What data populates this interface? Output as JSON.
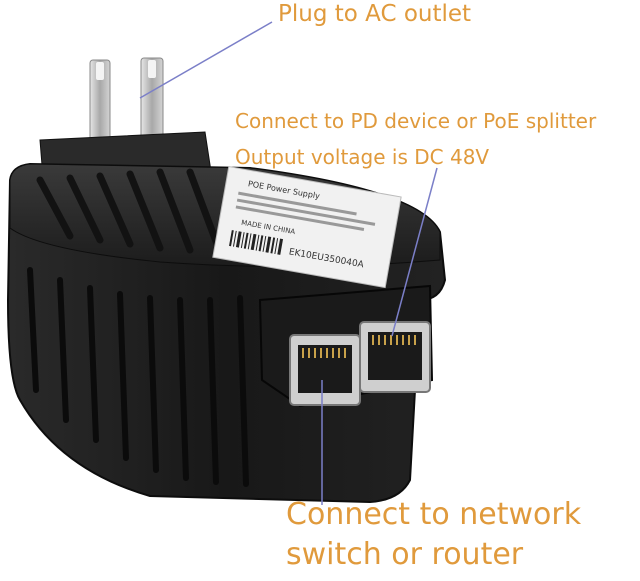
{
  "callouts": {
    "plug": "Plug to AC outlet",
    "pd_line1": "Connect to PD device or PoE splitter",
    "pd_line2": "Output voltage is DC 48V",
    "network_line1": "Connect to network",
    "network_line2": "switch or router"
  },
  "device_label": {
    "title": "POE Power Supply",
    "made_in": "MADE IN CHINA",
    "barcode_text": "EK10EU350040A"
  },
  "colors": {
    "callout_text": "#e09a3c",
    "leader_line": "#7b7fc8",
    "device_body": "#1f1f1f",
    "prongs": "#c8c8c8"
  }
}
